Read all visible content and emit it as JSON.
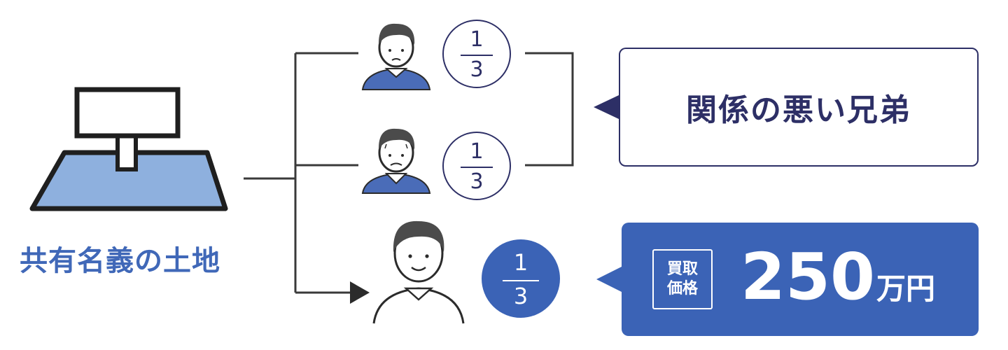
{
  "land": {
    "label": "共有名義の土地"
  },
  "owners": [
    {
      "share_num": "1",
      "share_den": "3"
    },
    {
      "share_num": "1",
      "share_den": "3"
    },
    {
      "share_num": "1",
      "share_den": "3"
    }
  ],
  "relationship_callout": {
    "text": "関係の悪い兄弟"
  },
  "price_callout": {
    "tag_line1": "買取",
    "tag_line2": "価格",
    "value": "250",
    "unit": "万円"
  },
  "colors": {
    "navy": "#2d2f66",
    "blue": "#3b63b6",
    "land_fill": "#8eb0de",
    "shirt": "#4a6cb8",
    "hair": "#4b4b4b"
  }
}
